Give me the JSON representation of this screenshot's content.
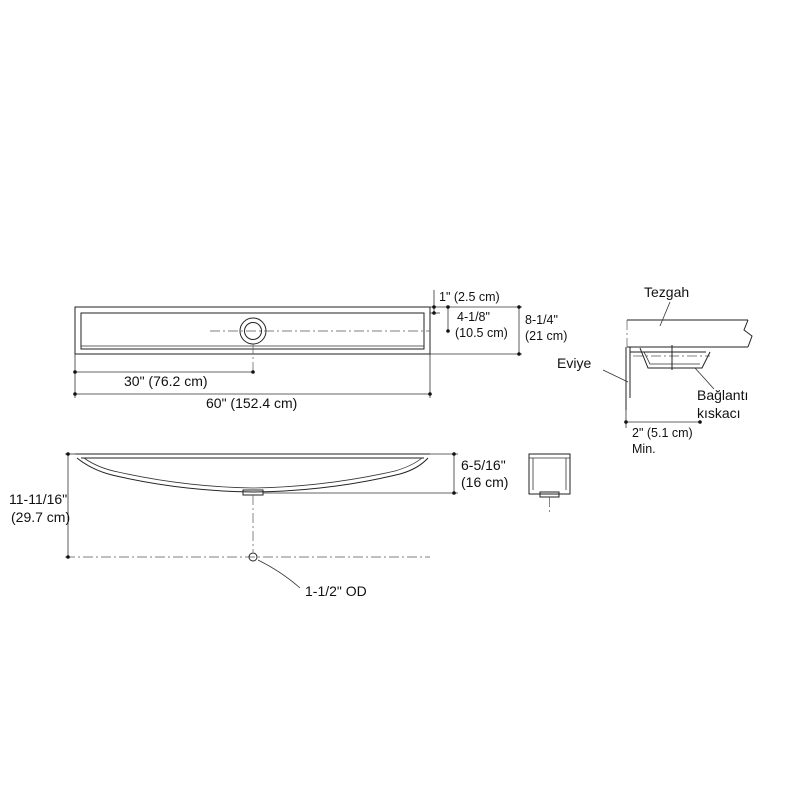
{
  "plan_view": {
    "dim_inner_width": "30\" (76.2 cm)",
    "dim_overall_width": "60\" (152.4 cm)",
    "dim_rim": "1\" (2.5 cm)",
    "dim_drain_center": "4-1/8\"",
    "dim_drain_center_metric": "(10.5 cm)",
    "dim_overall_depth": "8-1/4\"",
    "dim_overall_depth_metric": "(21 cm)"
  },
  "front_view": {
    "dim_total_height": "11-11/16\"",
    "dim_total_height_metric": "(29.7 cm)",
    "dim_bowl_depth": "6-5/16\"",
    "dim_bowl_depth_metric": "(16 cm)",
    "drain_label": "1-1/2\" OD"
  },
  "section_detail": {
    "countertop_label": "Tezgah",
    "sink_label": "Eviye",
    "clip_label_line1": "Bağlantı",
    "clip_label_line2": "kıskacı",
    "min_dim": "2\" (5.1 cm)",
    "min_label": "Min."
  }
}
